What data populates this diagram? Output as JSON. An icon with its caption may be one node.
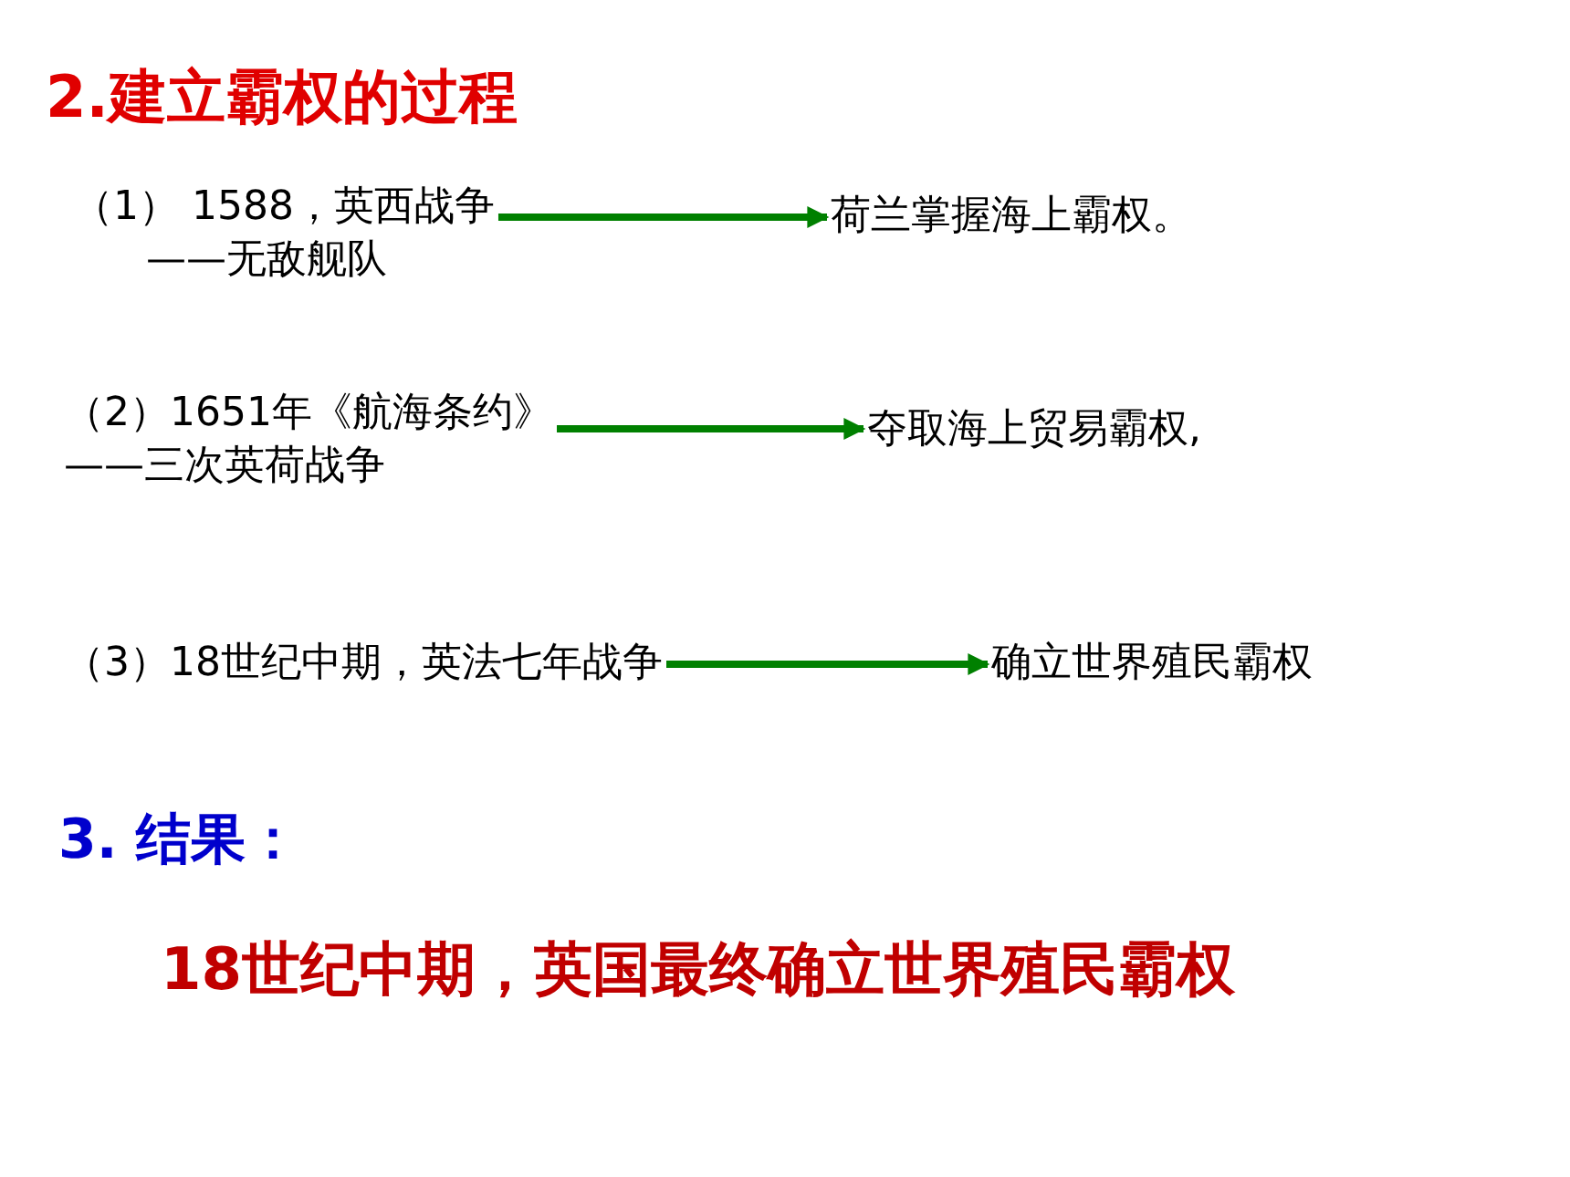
{
  "diagram": {
    "title": "2.建立霸权的过程",
    "nodes": [
      {
        "text": [
          "（1） 1588，英西战争",
          "——无敌舰队"
        ]
      },
      {
        "text": [
          "荷兰掌握海上霸权。"
        ]
      },
      {
        "text": [
          "（2）1651年《航海条约》",
          "——三次英荷战争"
        ]
      },
      {
        "text": [
          "夺取海上贸易霸权,"
        ]
      },
      {
        "text": [
          "（3）18世纪中期，英法七年战争"
        ]
      },
      {
        "text": [
          "确立世界殖民霸权"
        ]
      }
    ],
    "edges": [
      {
        "from": 0,
        "to": 1,
        "arrow": "to",
        "color": "#008000"
      },
      {
        "from": 2,
        "to": 3,
        "arrow": "to",
        "color": "#008000"
      },
      {
        "from": 4,
        "to": 5,
        "arrow": "to",
        "color": "#008000"
      }
    ],
    "labels": [
      "3. 结果：",
      "18世纪中期，英国最终确立世界殖民霸权"
    ]
  }
}
